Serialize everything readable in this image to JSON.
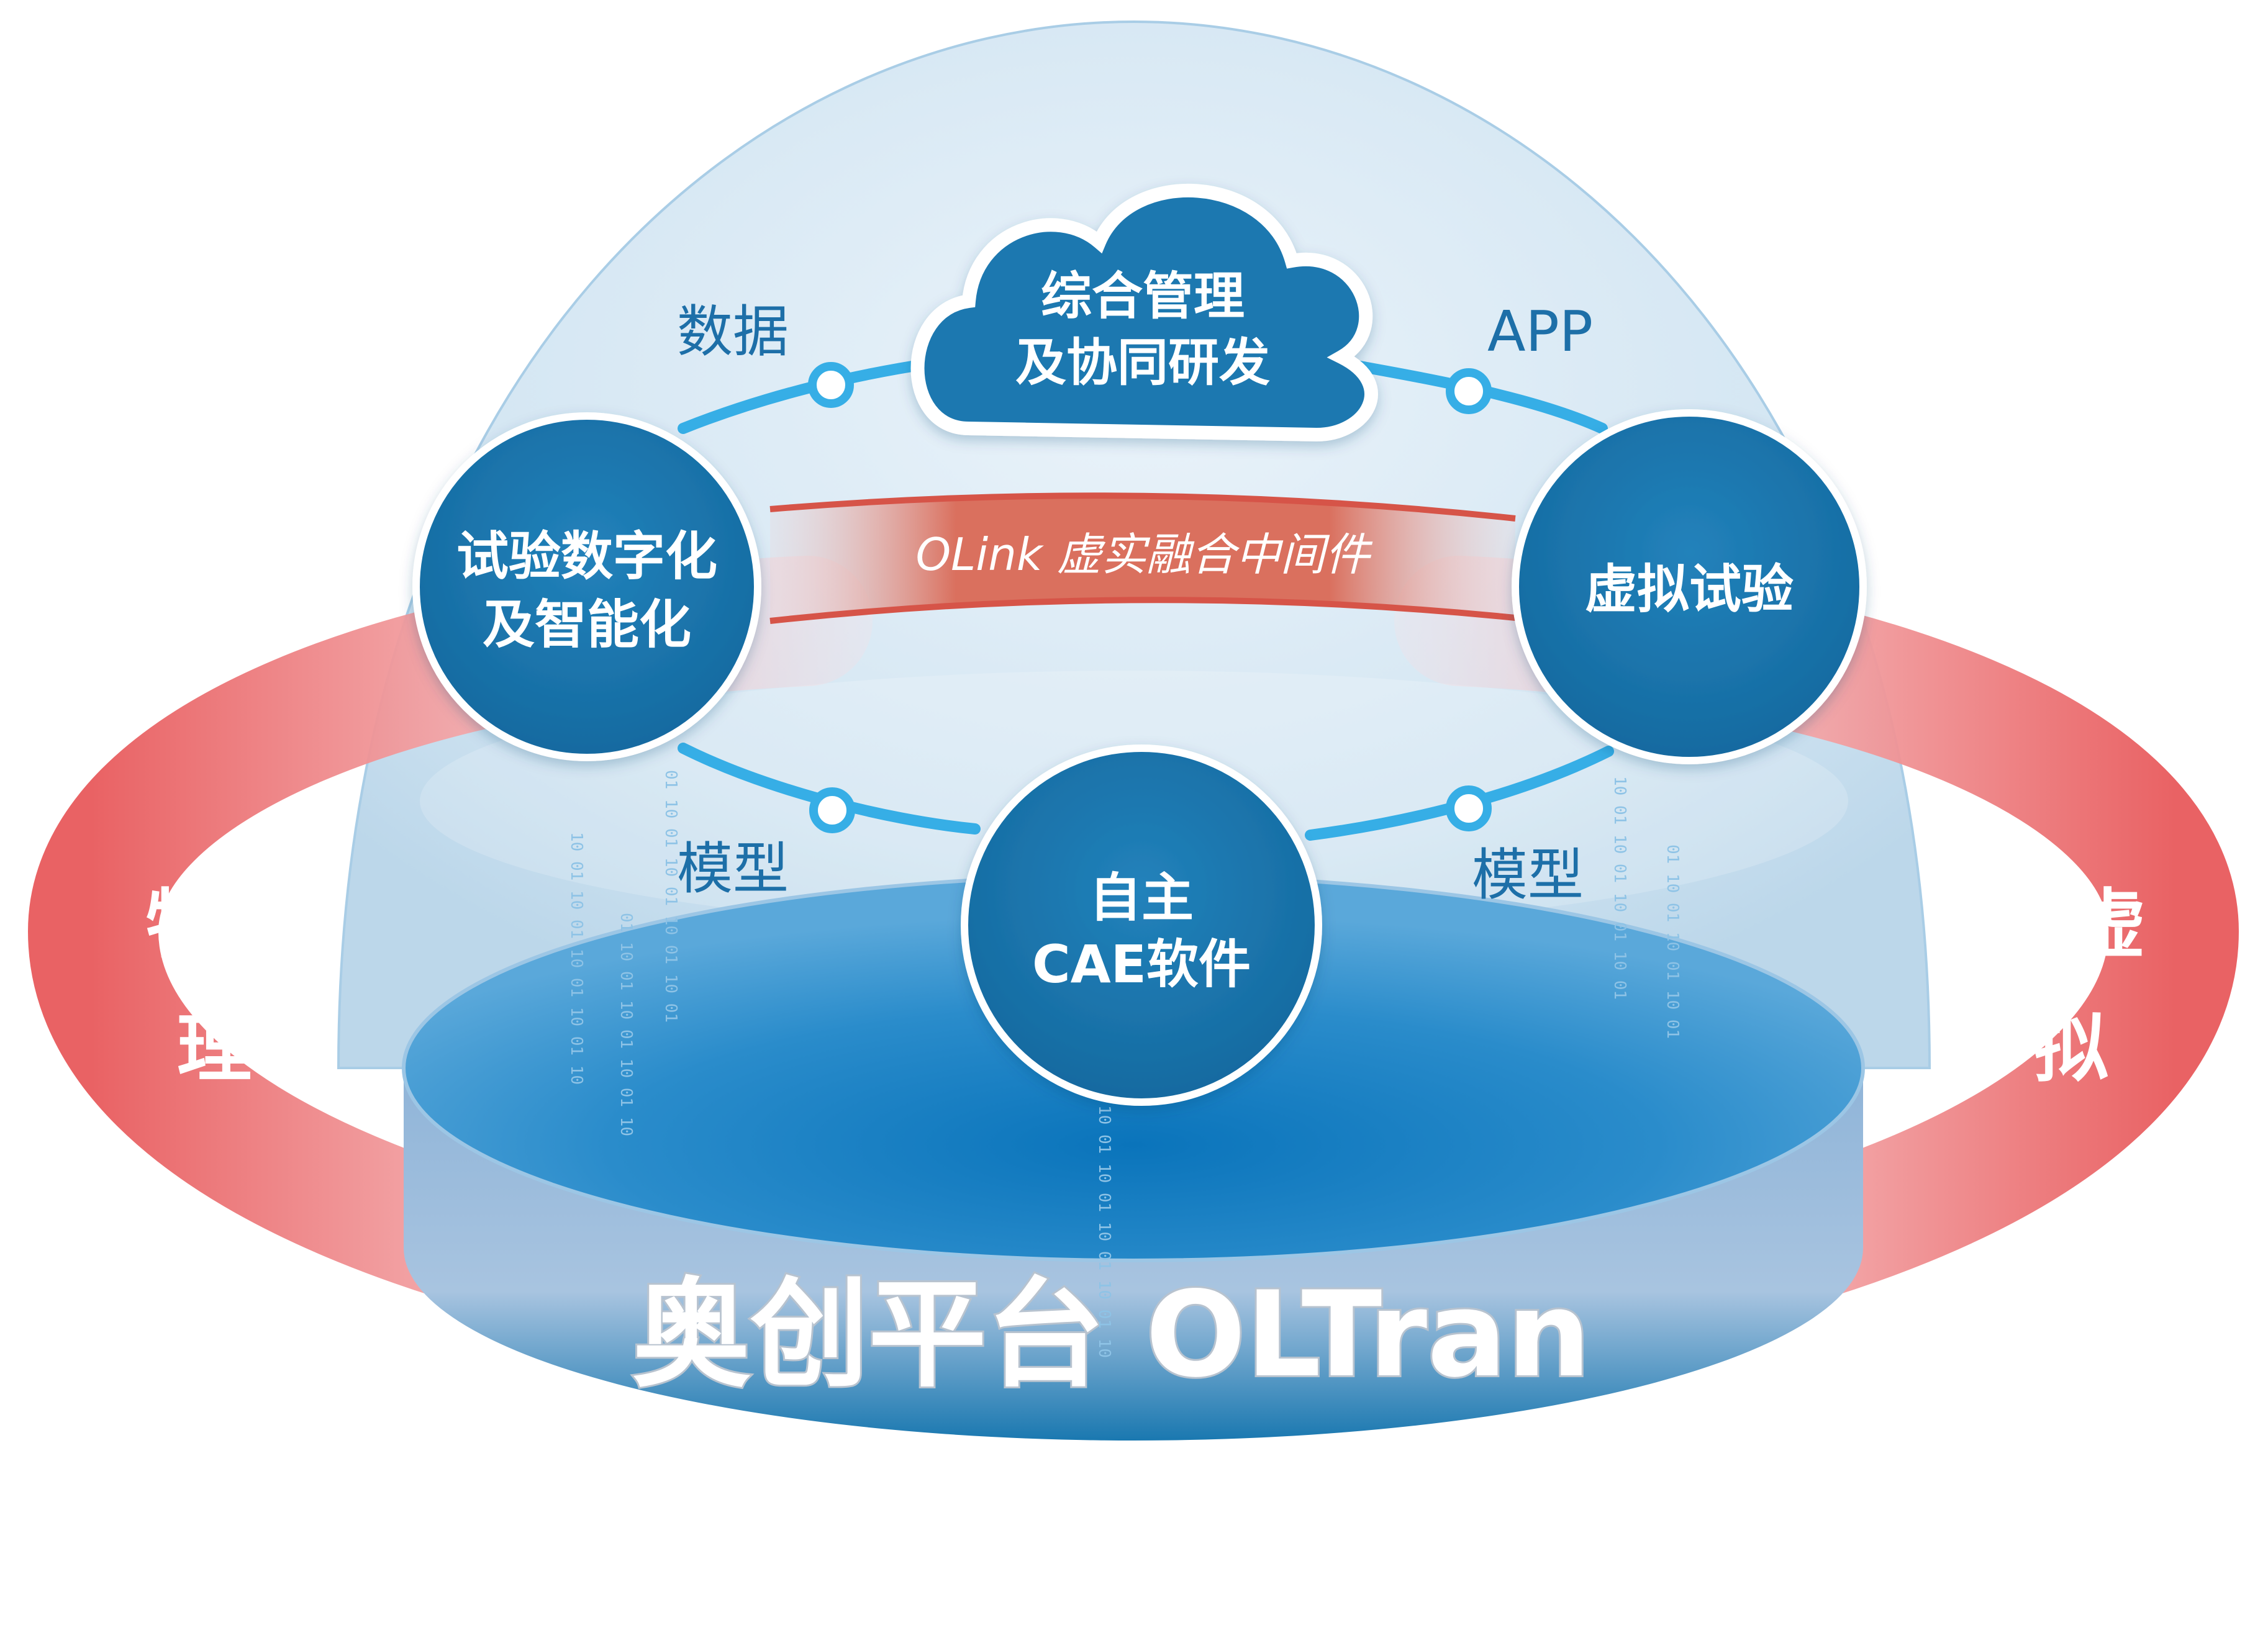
{
  "hub": {
    "cloud": {
      "line1": "综合管理",
      "line2": "及协同研发"
    },
    "left": {
      "line1": "试验数字化",
      "line2": "及智能化"
    },
    "right": {
      "line1": "虚拟试验"
    },
    "bottom": {
      "line1": "自主",
      "line2": "CAE软件"
    }
  },
  "links": {
    "top_left": "数据",
    "top_right": "APP",
    "bottom_left": "模型",
    "bottom_right": "模型"
  },
  "middleware": {
    "label": "OLink 虚实融合中间件"
  },
  "ring": {
    "left": [
      "物",
      "理"
    ],
    "right": [
      "虚",
      "拟"
    ]
  },
  "platform": {
    "title": "奥创平台 OLTran"
  },
  "binary_streams": [
    "01 10 01 10 01 10 01 10 01",
    "10 01 10 01 10 01 10 01 10",
    "01 10 01 10 01 10 01 10",
    "10 01 10 01 10 01 10 01",
    "01 10 01 10 01 10 01",
    "10 01 10 01 10 01 10 01 10"
  ],
  "colors": {
    "primary": "#1a78b0",
    "accent_line": "#36aee6",
    "ring_red": "#e85a5c",
    "label_blue": "#1d6fa8"
  }
}
